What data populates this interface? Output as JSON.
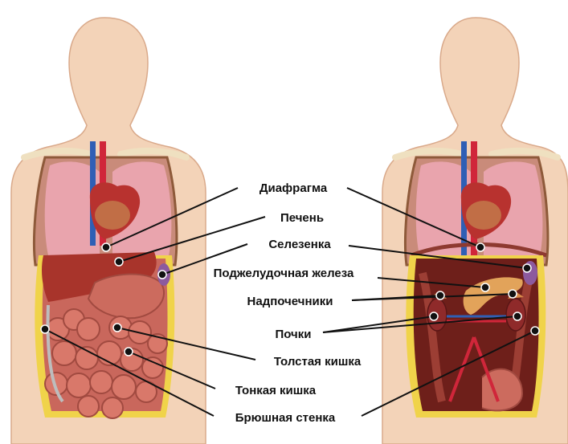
{
  "labels": {
    "diaphragm": "Диафрагма",
    "liver": "Печень",
    "spleen": "Селезенка",
    "pancreas": "Поджелудочная железа",
    "adrenals": "Надпочечники",
    "kidneys": "Почки",
    "large_intestine": "Толстая кишка",
    "small_intestine": "Тонкая кишка",
    "abdominal_wall": "Брюшная стенка"
  },
  "colors": {
    "skin": "#f3d3b8",
    "skin_edge": "#d9a98a",
    "bone": "#efe0c0",
    "lung": "#e9a4ad",
    "heart": "#b8322f",
    "aorta": "#d0263a",
    "vena": "#2f5fb5",
    "liver": "#a8342b",
    "stomach": "#cc6b5e",
    "intestine": "#c9675c",
    "fat": "#f0d34a",
    "cavity": "#6e1f1a",
    "kidney": "#8f2a2a",
    "pancreas": "#e2a35a",
    "spleen": "#8c5a9e",
    "line": "#111111"
  }
}
